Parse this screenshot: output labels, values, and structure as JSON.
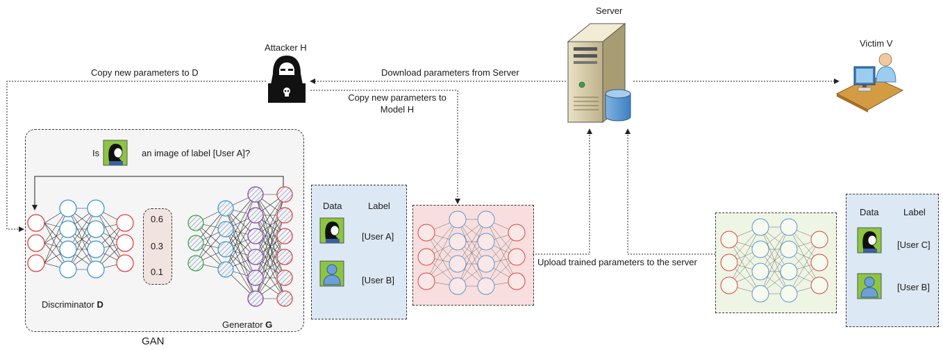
{
  "labels": {
    "server": "Server",
    "attacker": "Attacker H",
    "victim": "Victim V",
    "copy_to_d": "Copy new parameters to D",
    "download": "Download parameters from Server",
    "copy_to_model_h_1": "Copy new parameters to",
    "copy_to_model_h_2": "Model H",
    "upload": "Upload trained parameters to the server",
    "question_is": "Is",
    "question_rest": "an image of label [User A]?",
    "discriminator": "Discriminator",
    "discriminator_letter": "D",
    "generator": "Generator",
    "generator_letter": "G",
    "gan": "GAN"
  },
  "probabilities": [
    "0.6",
    "0.3",
    "0.1"
  ],
  "attacker_table": {
    "data_header": "Data",
    "label_header": "Label",
    "rows": [
      "[User A]",
      "[User B]"
    ]
  },
  "victim_table": {
    "data_header": "Data",
    "label_header": "Label",
    "rows": [
      "[User C]",
      "[User B]"
    ]
  },
  "colors": {
    "node_red": "#e04040",
    "node_blue": "#3d95d8",
    "node_green": "#3aa045",
    "node_purple": "#8a3fb5",
    "avatar_bg": "#8cc63f",
    "data_box_bg": "#dce8f4",
    "red_box_bg": "#f8dede",
    "green_box_bg": "#eef5e4"
  },
  "icons": [
    "server-icon",
    "hacker-icon",
    "victim-workstation-icon",
    "face-icon",
    "person-silhouette-icon"
  ]
}
